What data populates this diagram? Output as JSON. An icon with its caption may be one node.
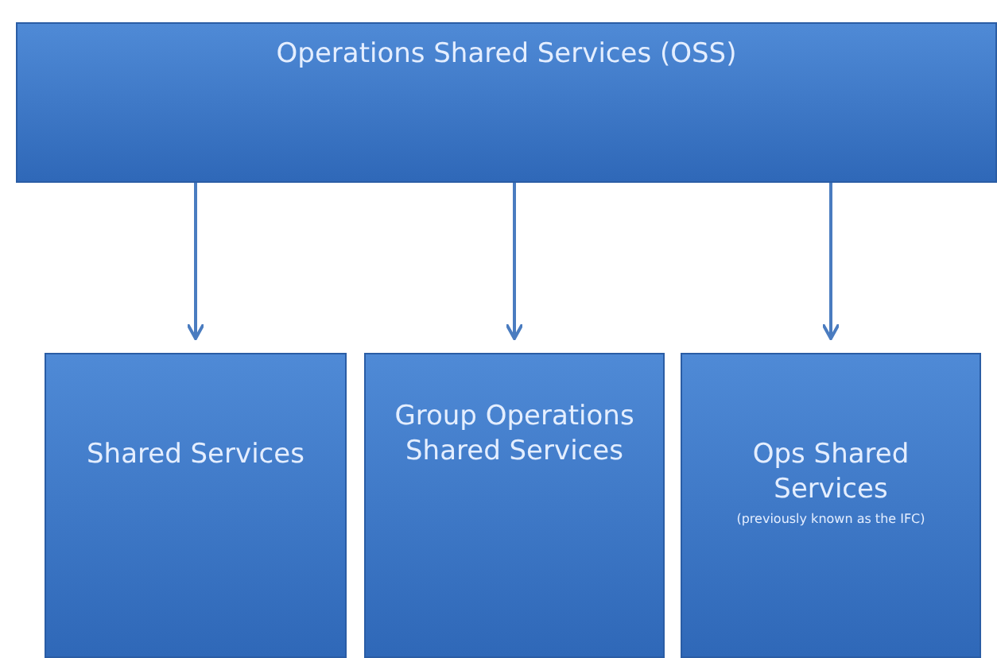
{
  "diagram": {
    "nodes": [
      {
        "text": [
          "Operations Shared Services (OSS)"
        ]
      },
      {
        "text": [
          "Shared Services"
        ]
      },
      {
        "text": [
          "Group Operations Shared Services"
        ]
      },
      {
        "text": [
          "Ops Shared Services",
          "(previously known as the IFC)"
        ]
      }
    ],
    "edges": [
      {
        "from": 0,
        "to": 1,
        "arrow": "to"
      },
      {
        "from": 0,
        "to": 2,
        "arrow": "to"
      },
      {
        "from": 0,
        "to": 3,
        "arrow": "to"
      }
    ]
  }
}
